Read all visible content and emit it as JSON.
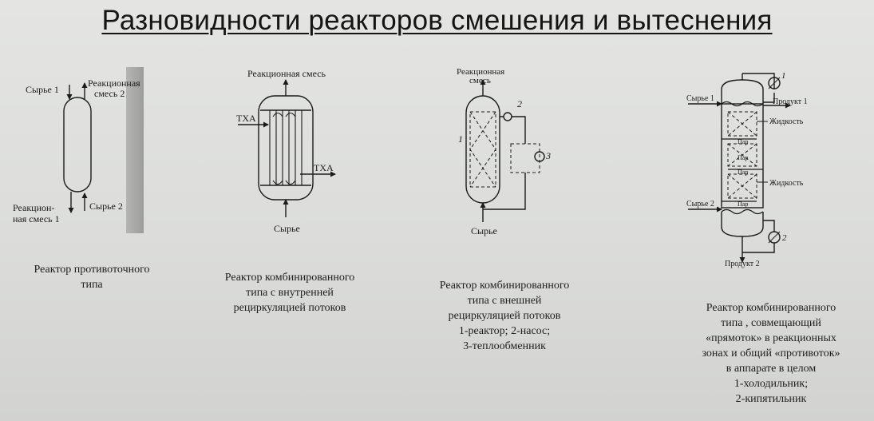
{
  "title": "Разновидности реакторов смешения и вытеснения",
  "r1": {
    "feed1": "Сырье 1",
    "mix2_a": "Реакционная",
    "mix2_b": "смесь 2",
    "mix1_a": "Реакцион-",
    "mix1_b": "ная смесь 1",
    "feed2": "Сырье 2",
    "caption": [
      "Реактор  противоточного",
      "типа"
    ]
  },
  "r2": {
    "mix": "Реакционная смесь",
    "coolant_in": "ТХА",
    "coolant_out": "ТХА",
    "feed": "Сырье",
    "caption": [
      "Реактор комбинированного",
      "типа с внутренней",
      "рециркуляцией  потоков"
    ]
  },
  "r3": {
    "mix_a": "Реакционная",
    "mix_b": "смесь",
    "num1": "1",
    "num2": "2",
    "num3": "3",
    "feed": "Сырье",
    "caption": [
      "Реактор комбинированного",
      "типа с внешней",
      "рециркуляцией  потоков",
      "1-реактор; 2-насос;",
      "3-теплообменник"
    ]
  },
  "r4": {
    "num1": "1",
    "num2": "2",
    "feed1": "Сырье 1",
    "product1": "Продукт 1",
    "liquid_top": "Жидкость",
    "vapor1": "Пар",
    "vapor2": "Пар",
    "vapor3": "Пар",
    "vapor4": "Пар",
    "liquid_bottom": "Жидкость",
    "feed2": "Сырье 2",
    "product2": "Продукт 2",
    "caption": [
      "Реактор комбинированного",
      "типа , совмещающий",
      "«прямоток» в реакционных",
      "зонах и общий «противоток»",
      "в аппарате в целом",
      "1-холодильник;",
      "2-кипятильник"
    ]
  }
}
